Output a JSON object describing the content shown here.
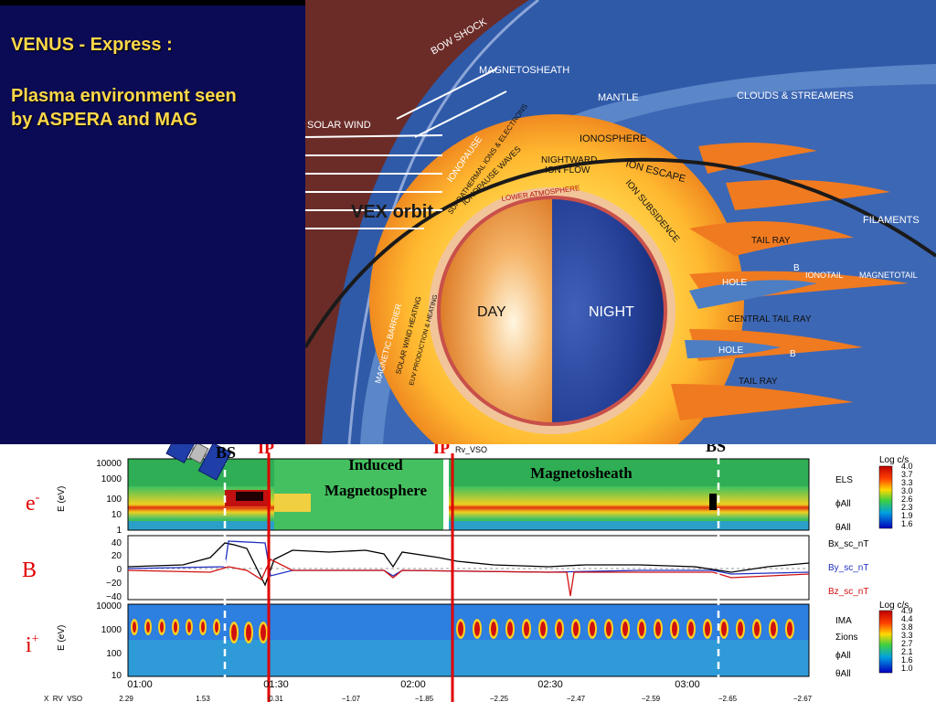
{
  "title": {
    "line1": "VENUS - Express :",
    "line2": "Plasma environment seen",
    "line3": "by ASPERA and MAG"
  },
  "diagram": {
    "labels": {
      "bow_shock": "BOW SHOCK",
      "magnetosheath": "MAGNETOSHEATH",
      "solar_wind": "SOLAR WIND",
      "mantle": "MANTLE",
      "clouds_streamers": "CLOUDS & STREAMERS",
      "ionosphere": "IONOSPHERE",
      "ion_escape": "ION ESCAPE",
      "nightward_ion_flow_1": "NIGHTWARD",
      "nightward_ion_flow_2": "ION FLOW",
      "ionopause": "IONOPAUSE",
      "ionopause_waves": "IONOPAUSE WAVES",
      "suprathermal": "SUPRATHERMAL IONS & ELECTRONS",
      "ion_subsidence": "ION SUBSIDENCE",
      "lower_atmosphere": "LOWER ATMOSPHERE",
      "vex_orbit": "VEX orbit",
      "filaments": "FILAMENTS",
      "tail_ray_1": "TAIL RAY",
      "hole_1": "HOLE",
      "b_vec": "B",
      "ionotail": "IONOTAIL",
      "magnetotail": "MAGNETOTAIL",
      "central_tail_ray": "CENTRAL TAIL RAY",
      "hole_2": "HOLE",
      "tail_ray_2": "TAIL RAY",
      "day": "DAY",
      "night": "NIGHT",
      "magnetic_barrier": "MAGNETIC BARRIER",
      "solar_wind_heating": "SOLAR WIND HEATING",
      "euv_production": "EUV PRODUCTION & HEATING"
    }
  },
  "plot": {
    "boundaries": {
      "bs_left": "BS",
      "ip_left": "IP",
      "ip_right": "IP",
      "bs_right": "BS",
      "rv_vso": "Rv_VSO"
    },
    "regions": {
      "induced_1": "Induced",
      "induced_2": "Magnetosphere",
      "magnetosheath": "Magnetosheath"
    },
    "row_labels": {
      "electrons": "e",
      "electrons_sup": "-",
      "field": "B",
      "ions": "i",
      "ions_sup": "+"
    },
    "els": {
      "ylabel": "E (eV)",
      "ticks": [
        "10000",
        "1000",
        "100",
        "10",
        "1"
      ],
      "right": [
        "ELS",
        "ϕAll",
        "θAll"
      ],
      "cbar_title": "Log c/s",
      "cbar_ticks": [
        "4.0",
        "3.7",
        "3.3",
        "3.0",
        "2.6",
        "2.3",
        "1.9",
        "1.6"
      ]
    },
    "mag": {
      "ticks": [
        "40",
        "20",
        "0",
        "−20",
        "−40"
      ],
      "legend": [
        "Bx_sc_nT",
        "By_sc_nT",
        "Bz_sc_nT"
      ]
    },
    "ima": {
      "ylabel": "E (eV)",
      "ticks": [
        "10000",
        "1000",
        "100",
        "10"
      ],
      "right": [
        "IMA",
        "Σions",
        "ϕAll",
        "θAll"
      ],
      "cbar_title": "Log c/s",
      "cbar_ticks": [
        "4.9",
        "4.4",
        "3.8",
        "3.3",
        "2.7",
        "2.1",
        "1.6",
        "1.0"
      ]
    },
    "time_ticks": [
      "01:00",
      "01:30",
      "02:00",
      "02:30",
      "03:00"
    ],
    "x_label": "X_RV_VSO",
    "x_values": [
      "2.29",
      "1.53",
      "0.31",
      "−1.07",
      "−1.85",
      "−2.25",
      "−2.47",
      "−2.59",
      "−2.65",
      "−2.67"
    ]
  },
  "colors": {
    "title_panel": "#0a0a55",
    "title_text": "#ffd84a",
    "boundary_red": "#e00000",
    "bx": "#000000",
    "by": "#2030c0",
    "bz": "#d01010"
  }
}
